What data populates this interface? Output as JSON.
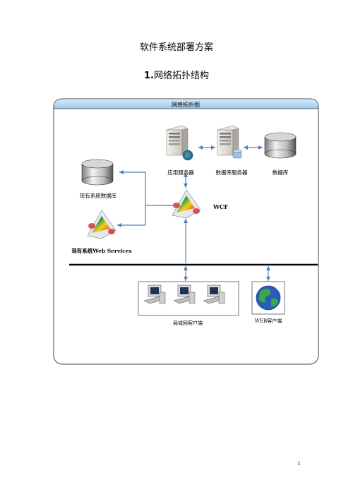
{
  "document": {
    "title": "软件系统部署方案",
    "section_number": "1.",
    "section_title": "网络拓扑结构",
    "page_number": "1"
  },
  "diagram": {
    "header": "网络拓扑图",
    "nodes": {
      "app_server": "应用服务器",
      "db_server": "数据库服务器",
      "database": "数据库",
      "existing_db": "现有系统数据库",
      "wcf": "WCF",
      "existing_ws": "现有系统Web Services",
      "lan_clients": "局域网客户端",
      "web_client": "WEB客户端"
    },
    "colors": {
      "header_fill": "#9cc8f0",
      "frame": "#444444",
      "arrow": "#4d7fb8",
      "network_bus": "#000000"
    }
  }
}
